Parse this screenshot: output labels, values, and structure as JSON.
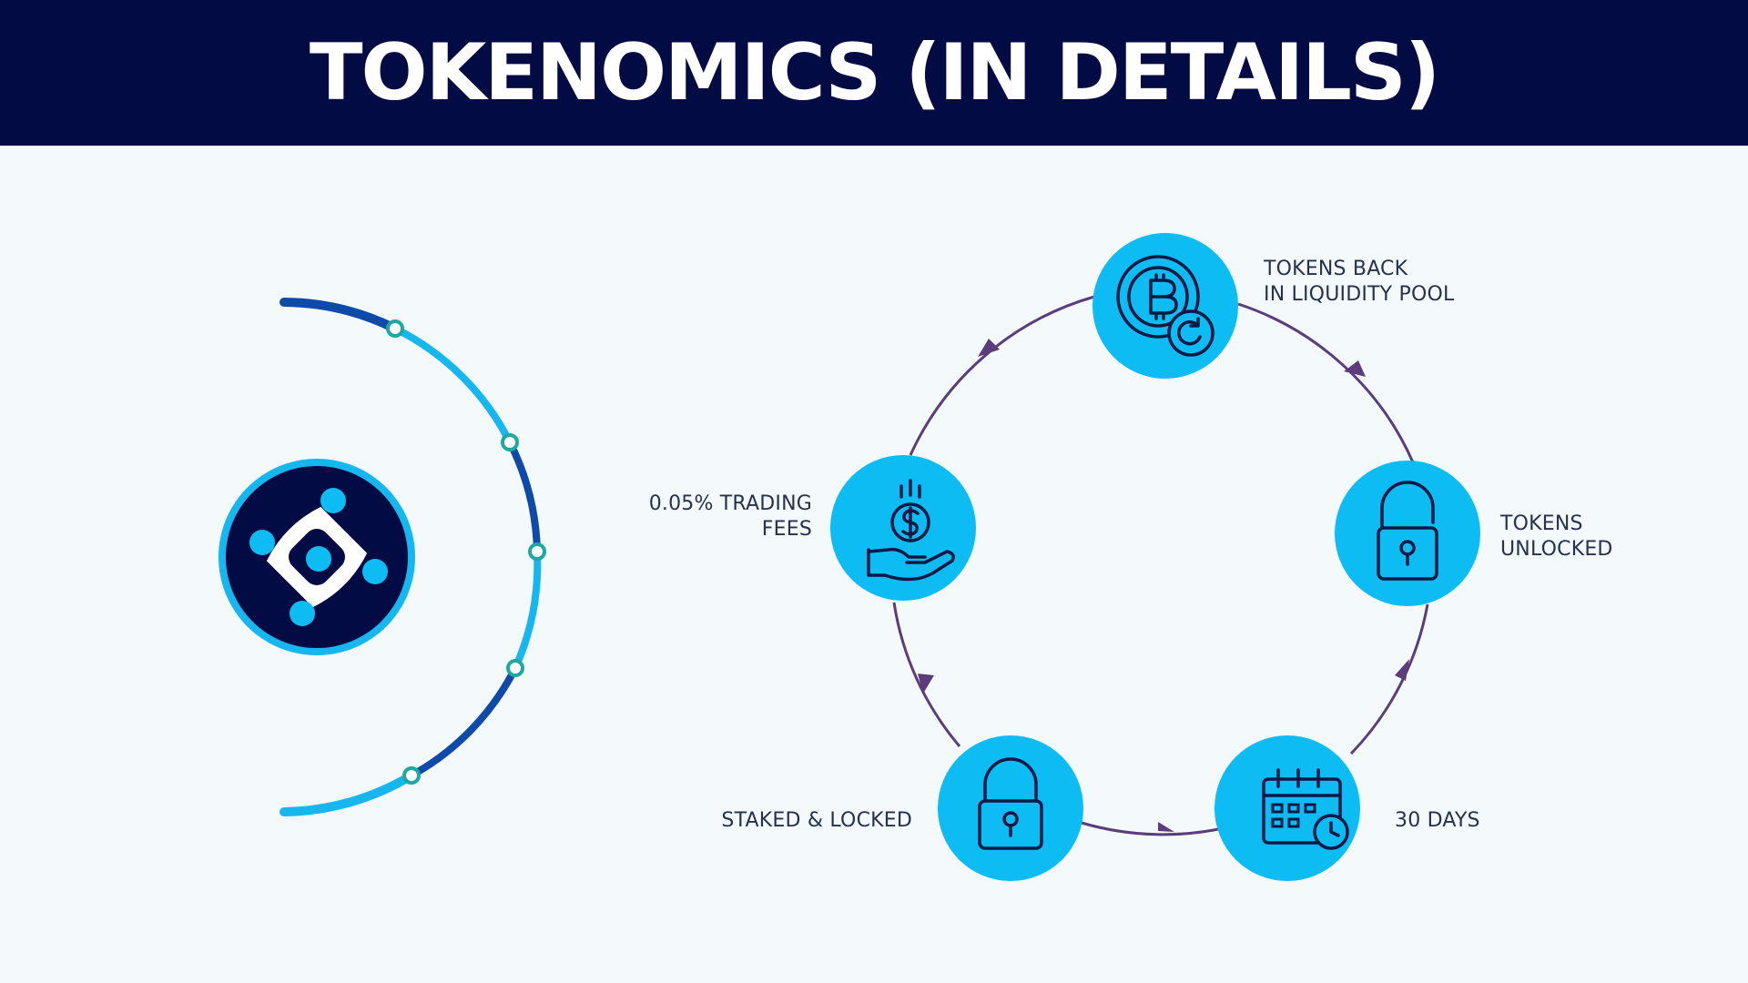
{
  "title": "TOKENOMICS (IN DETAILS)",
  "colors": {
    "header_bg": "#030b44",
    "node_fill": "#0dbcf2",
    "arrow": "#5a3d7a",
    "logo_bg": "#030b44",
    "arc_light": "#16b6ee",
    "arc_dark": "#0e4aa8"
  },
  "cycle": {
    "nodes": [
      {
        "id": "liquidity",
        "icon": "bitcoin-refresh-icon",
        "label_lines": [
          "TOKENS BACK",
          "IN LIQUIDITY POOL"
        ]
      },
      {
        "id": "unlocked",
        "icon": "unlocked-padlock-icon",
        "label_lines": [
          "TOKENS",
          "UNLOCKED"
        ]
      },
      {
        "id": "days",
        "icon": "calendar-clock-icon",
        "label_lines": [
          "30 DAYS"
        ]
      },
      {
        "id": "staked",
        "icon": "padlock-icon",
        "label_lines": [
          "STAKED & LOCKED"
        ]
      },
      {
        "id": "fees",
        "icon": "hand-coin-icon",
        "label_lines": [
          "0.05% TRADING",
          "FEES"
        ]
      }
    ]
  },
  "logo": {
    "icon": "network-logo-icon"
  }
}
